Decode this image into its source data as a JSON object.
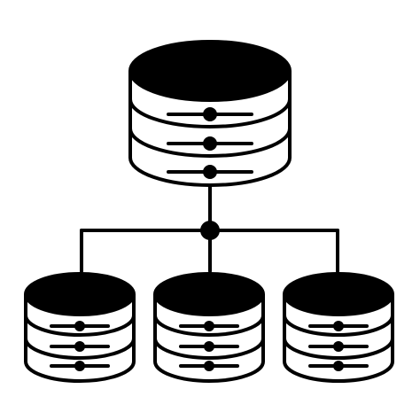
{
  "icon": {
    "name": "database-network-icon",
    "style": "line-icon",
    "stroke_color": "#000000",
    "fill_color": "#000000",
    "background_color": "#ffffff"
  },
  "main_database": {
    "name": "database-cylinder-icon",
    "layers": 3
  },
  "hub": {
    "name": "network-hub-node"
  },
  "child_databases": [
    {
      "name": "database-cylinder-icon",
      "layers": 3
    },
    {
      "name": "database-cylinder-icon",
      "layers": 3
    },
    {
      "name": "database-cylinder-icon",
      "layers": 3
    }
  ]
}
